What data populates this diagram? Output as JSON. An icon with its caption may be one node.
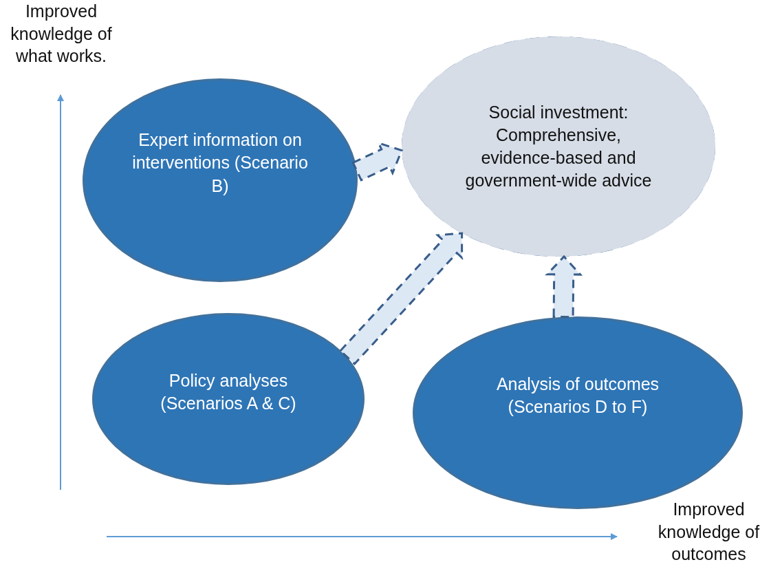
{
  "diagram": {
    "nodes": [
      {
        "text": [
          "Expert information on interventions (Scenario B)"
        ]
      },
      {
        "text": [
          "Social investment: Comprehensive, evidence-based and government-wide advice"
        ]
      },
      {
        "text": [
          "Policy analyses (Scenarios A & C)"
        ]
      },
      {
        "text": [
          "Analysis of outcomes (Scenarios D to F)"
        ]
      }
    ],
    "edges": [
      {
        "from": 0,
        "to": 1,
        "arrow": "to",
        "style": "dashed"
      },
      {
        "from": 2,
        "to": 1,
        "arrow": "to",
        "style": "dashed"
      },
      {
        "from": 3,
        "to": 1,
        "arrow": "to",
        "style": "dashed"
      }
    ],
    "labels": [
      "Improved knowledge of what works.",
      "Improved knowledge of outcomes"
    ]
  }
}
